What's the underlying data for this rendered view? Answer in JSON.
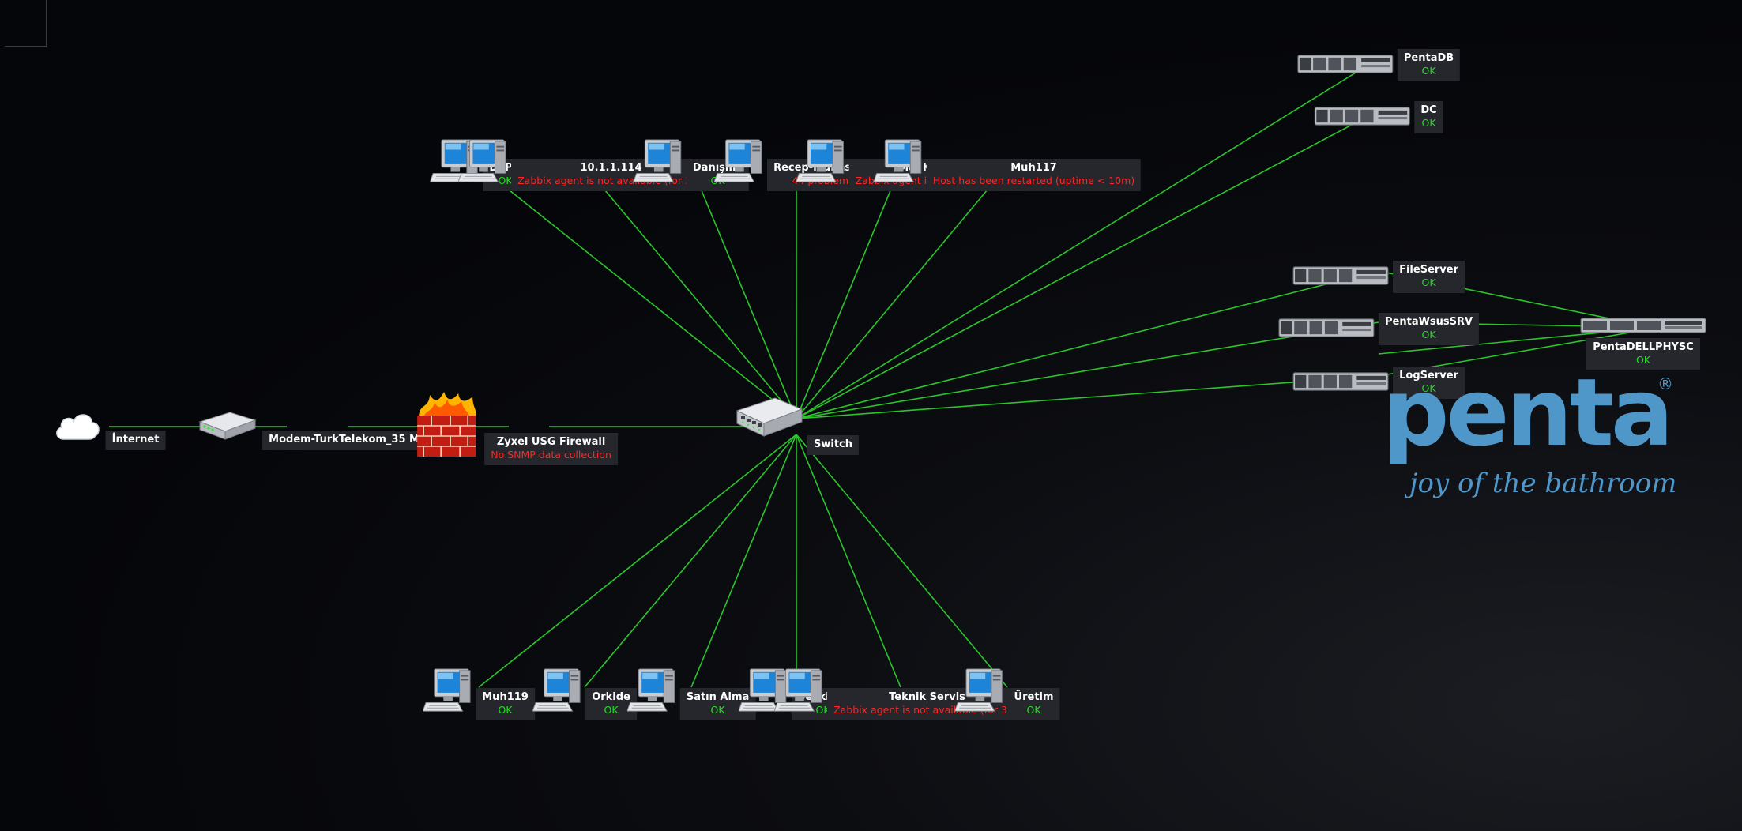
{
  "colors": {
    "link": "#2bc52b",
    "ok": "#22dd22",
    "problem": "#ff2626",
    "label_bg": "#25272c"
  },
  "nodes": {
    "internet": {
      "name": "İnternet",
      "icon": "cloud-icon"
    },
    "modem": {
      "name": "Modem-TurkTelekom_35 Mbit",
      "icon": "router-icon"
    },
    "firewall": {
      "name": "Zyxel USG Firewall",
      "status": "No SNMP data collection",
      "icon": "firewall-icon"
    },
    "switch": {
      "name": "Switch",
      "icon": "switch-icon"
    },
    "depo": {
      "name": "DEPO",
      "status": "OK",
      "icon": "computer-icon"
    },
    "host_114": {
      "name": "10.1.1.114",
      "status": "Zabbix agent is not available (for 3m)",
      "icon": "computer-icon"
    },
    "danisma": {
      "name": "Danışma",
      "status": "OK",
      "icon": "computer-icon"
    },
    "recep": {
      "name": "Recep-Muhasebe",
      "status": "44 problems",
      "icon": "computer-icon"
    },
    "malkabul": {
      "name": "Mal Kabul",
      "status": "Zabbix agent is not available",
      "icon": "computer-icon"
    },
    "muh117": {
      "name": "Muh117",
      "status": "Host has been restarted (uptime < 10m)",
      "icon": "computer-icon"
    },
    "muh119": {
      "name": "Muh119",
      "status": "OK",
      "icon": "computer-icon"
    },
    "orkide": {
      "name": "Orkide",
      "status": "OK",
      "icon": "computer-icon"
    },
    "satinalma": {
      "name": "Satın Alma",
      "status": "OK",
      "icon": "computer-icon"
    },
    "sevkiyat": {
      "name": "Sevkiyat",
      "status": "OK",
      "icon": "computer-icon"
    },
    "teknik": {
      "name": "Teknik Servis",
      "status": "Zabbix agent is not available (for 3m)",
      "icon": "computer-icon"
    },
    "uretim": {
      "name": "Üretim",
      "status": "OK",
      "icon": "computer-icon"
    },
    "pentadb": {
      "name": "PentaDB",
      "status": "OK",
      "icon": "server-icon"
    },
    "dc": {
      "name": "DC",
      "status": "OK",
      "icon": "server-icon"
    },
    "fileserver": {
      "name": "FileServer",
      "status": "OK",
      "icon": "server-icon"
    },
    "wsus": {
      "name": "PentaWsusSRV",
      "status": "OK",
      "icon": "server-icon"
    },
    "logserver": {
      "name": "LogServer",
      "status": "OK",
      "icon": "server-icon"
    },
    "dell": {
      "name": "PentaDELLPHYSC",
      "status": "OK",
      "icon": "server-icon"
    }
  },
  "logo": {
    "word": "penta",
    "registered": "®",
    "tagline": "joy of the bathroom",
    "color": "#4f97c9"
  }
}
